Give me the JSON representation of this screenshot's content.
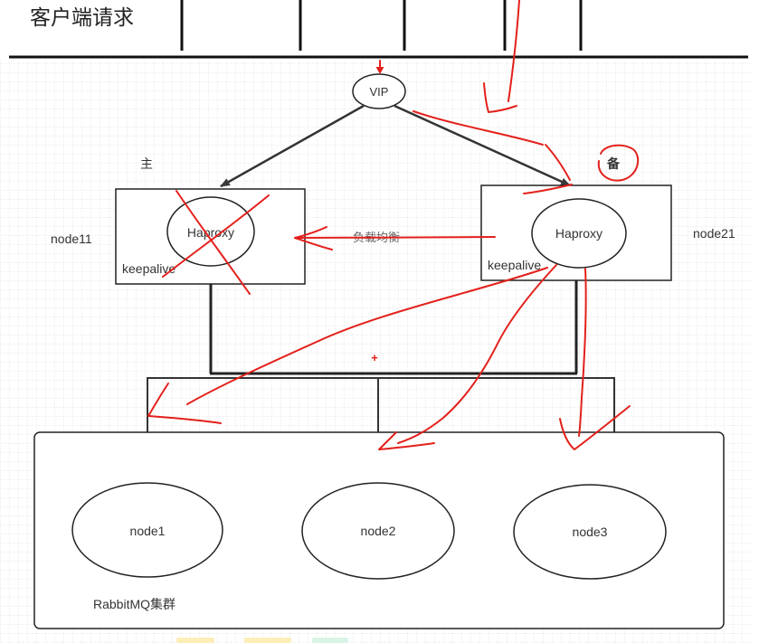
{
  "header": {
    "title": "客户端请求"
  },
  "diagram": {
    "vip": {
      "label": "VIP"
    },
    "primary": {
      "role_label": "主",
      "host_label": "node11",
      "haproxy_label": "Haproxy",
      "keepalive_label": "keepalive"
    },
    "backup": {
      "role_label": "备",
      "host_label": "node21",
      "haproxy_label": "Haproxy",
      "keepalive_label": "keepalive"
    },
    "load_balance_label": "负载均衡",
    "annotation_mark": "+",
    "cluster": {
      "label": "RabbitMQ集群",
      "nodes": [
        {
          "label": "node1"
        },
        {
          "label": "node2"
        },
        {
          "label": "node3"
        }
      ]
    }
  },
  "colors": {
    "ink": "#333333",
    "annotation_red": "#e3201b",
    "grid": "#e6e6e6",
    "background": "#ffffff"
  }
}
